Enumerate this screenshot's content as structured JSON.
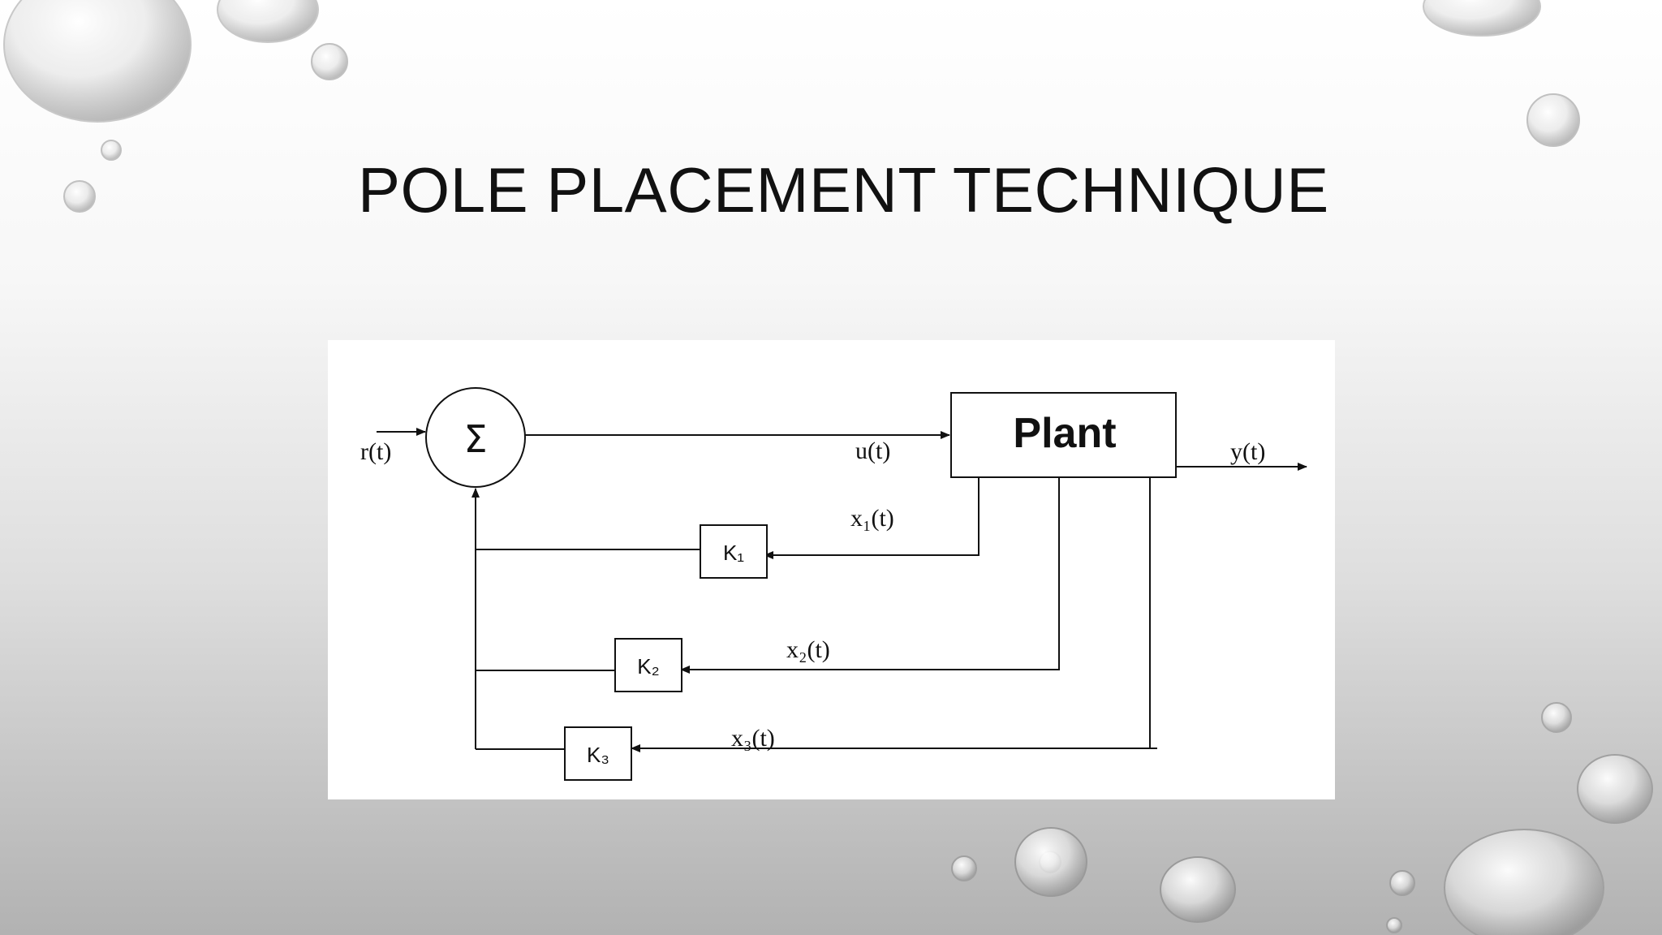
{
  "slide": {
    "title": "POLE PLACEMENT TECHNIQUE"
  },
  "diagram": {
    "summing_symbol": "Σ",
    "plant_label": "Plant",
    "signals": {
      "input": "r(t)",
      "control": "u(t)",
      "output": "y(t)",
      "state_1": "x₁(t)",
      "state_2": "x₂(t)",
      "state_3": "x₃(t)"
    },
    "gains": {
      "k1": "K₁",
      "k2": "K₂",
      "k3": "K₃"
    }
  },
  "colors": {
    "line": "#111111",
    "panel": "#ffffff"
  }
}
